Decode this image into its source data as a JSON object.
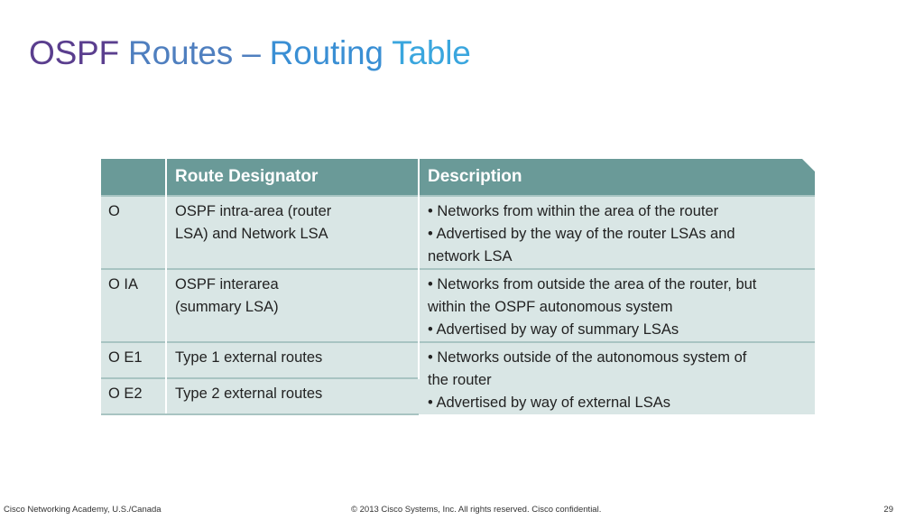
{
  "title": {
    "part1": "OSPF",
    "part2": "Routes",
    "dash": "–",
    "part3": "Routing",
    "part4": "Table"
  },
  "table": {
    "headers": [
      "",
      "Route Designator",
      "Description"
    ],
    "rows": [
      {
        "code": "O",
        "designator": [
          "OSPF intra-area (router",
          "LSA) and Network LSA"
        ],
        "description": [
          "• Networks from within the area of the router",
          "• Advertised by the way of the router LSAs and",
          "network LSA"
        ]
      },
      {
        "code": "O IA",
        "designator": [
          "OSPF interarea",
          "(summary LSA)"
        ],
        "description": [
          "• Networks from outside the area of the router, but",
          "within the OSPF autonomous system",
          "• Advertised by way of summary LSAs"
        ]
      },
      {
        "code": "O E1",
        "designator": [
          "Type 1 external routes"
        ]
      },
      {
        "code": "O E2",
        "designator": [
          "Type 2 external routes"
        ]
      }
    ],
    "shared_description": [
      "• Networks outside of the autonomous system of",
      "the router",
      "• Advertised by way of external LSAs"
    ]
  },
  "footer": {
    "left": "Cisco Networking Academy, U.S./Canada",
    "center": "© 2013 Cisco Systems, Inc. All rights reserved. Cisco confidential.",
    "page": "29"
  }
}
